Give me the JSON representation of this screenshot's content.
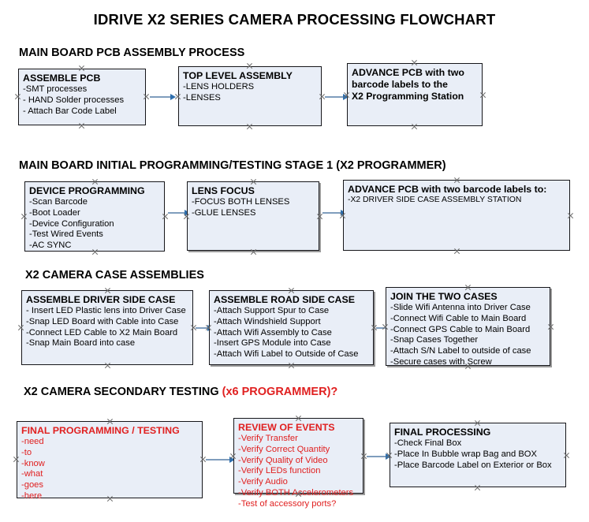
{
  "document": {
    "title": "IDRIVE X2  SERIES CAMERA PROCESSING FLOWCHART"
  },
  "sections": [
    {
      "id": "main-board-pcb-assembly-process",
      "label": "MAIN BOARD PCB ASSEMBLY PROCESS",
      "accent": ""
    },
    {
      "id": "main-board-initial-programming",
      "label": "MAIN BOARD INITIAL PROGRAMMING/TESTING STAGE 1 (X2 PROGRAMMER)",
      "accent": ""
    },
    {
      "id": "x2-camera-case-assemblies",
      "label": "X2 CAMERA CASE ASSEMBLIES",
      "accent": ""
    },
    {
      "id": "x2-camera-secondary-testing",
      "label": "X2 CAMERA SECONDARY TESTING ",
      "accent": "(x6 PROGRAMMER)?"
    }
  ],
  "nodes": [
    {
      "id": "assemble-pcb",
      "head": "ASSEMBLE PCB",
      "lines": [
        "-SMT processes",
        "- HAND Solder processes",
        "- Attach Bar Code Label"
      ]
    },
    {
      "id": "top-level-assembly",
      "head": "TOP LEVEL ASSEMBLY",
      "lines": [
        "-LENS HOLDERS",
        "-LENSES"
      ]
    },
    {
      "id": "advance-pcb-to-x2-programming-station",
      "head": "ADVANCE PCB with two",
      "lines": [
        "barcode labels to the",
        " X2 Programming Station"
      ]
    },
    {
      "id": "device-programming",
      "head": "DEVICE PROGRAMMING",
      "lines": [
        "-Scan Barcode",
        "-Boot Loader",
        "-Device Configuration",
        "-Test Wired Events",
        "-AC SYNC"
      ]
    },
    {
      "id": "lens-focus",
      "head": "LENS FOCUS",
      "lines": [
        "-FOCUS BOTH LENSES",
        "-GLUE LENSES"
      ]
    },
    {
      "id": "advance-pcb-to-driver-side-case",
      "head": "ADVANCE PCB with two barcode labels to:",
      "lines": [
        "-X2 DRIVER  SIDE  CASE  ASSEMBLY STATION"
      ]
    },
    {
      "id": "assemble-driver-side-case",
      "head": "ASSEMBLE DRIVER SIDE CASE",
      "lines": [
        "- Insert LED Plastic lens into Driver Case",
        "-Snap LED Board with Cable into Case",
        "-Connect LED Cable to X2 Main Board",
        "-Snap Main Board into case"
      ]
    },
    {
      "id": "assemble-road-side-case",
      "head": "ASSEMBLE ROAD SIDE CASE",
      "lines": [
        "-Attach Support Spur to Case",
        "-Attach Windshield Support",
        "-Attach Wifi Assembly to Case",
        "-Insert GPS Module into Case",
        "-Attach Wifi Label to Outside of Case"
      ]
    },
    {
      "id": "join-the-two-cases",
      "head": "JOIN THE TWO CASES",
      "lines": [
        "-Slide Wifi Antenna into Driver Case",
        "-Connect Wifi Cable to Main Board",
        "-Connect GPS Cable to Main Board",
        "-Snap Cases Together",
        "-Attach S/N Label to outside of case",
        "-Secure cases with Screw"
      ]
    },
    {
      "id": "final-programming-testing",
      "head": "FINAL PROGRAMMING / TESTING",
      "lines": [
        "-need",
        "-to",
        "-know",
        "-what",
        "-goes",
        "-here"
      ]
    },
    {
      "id": "review-of-events",
      "head": "REVIEW OF EVENTS",
      "lines": [
        "-Verify Transfer",
        "-Verify Correct Quantity",
        "-Verify Quality of Video",
        "-Verify LEDs function",
        "-Verify Audio",
        "-Verify BOTH Accelerometers",
        "-Test of accessory ports?"
      ]
    },
    {
      "id": "final-processing",
      "head": "FINAL PROCESSING",
      "lines": [
        " -Check Final Box",
        "-Place In Bubble wrap Bag and BOX",
        "-Place Barcode Label on Exterior or Box"
      ]
    }
  ],
  "colors": {
    "node_fill": "#e9eef7",
    "node_border": "#16161a",
    "arrow": "#7f9dbd",
    "arrow_head": "#2f6fad",
    "accent_red": "#e02020",
    "handle": "#6b6b6b",
    "text": "#000000"
  }
}
